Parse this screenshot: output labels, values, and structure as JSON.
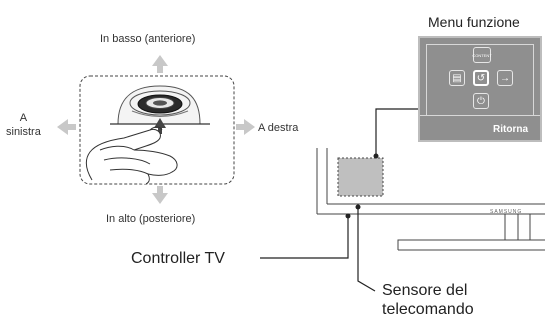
{
  "controller_diagram": {
    "label_down": "In basso (anteriore)",
    "label_left": "A\nsinistra",
    "label_right": "A destra",
    "label_up": "In alto (posteriore)"
  },
  "menu_panel": {
    "title": "Menu funzione",
    "top_button": "CONTENT",
    "return_label": "Ritorna",
    "icons": [
      "menu-icon",
      "return-icon",
      "source-icon",
      "power-icon"
    ]
  },
  "tv": {
    "brand": "SAMSUNG",
    "callout_controller": "Controller TV",
    "callout_sensor_line1": "Sensore del",
    "callout_sensor_line2": "telecomando"
  },
  "colors": {
    "arrow": "#c8c8c8",
    "panel": "#8f8f8f",
    "sensor_box": "#bfbfbf"
  }
}
